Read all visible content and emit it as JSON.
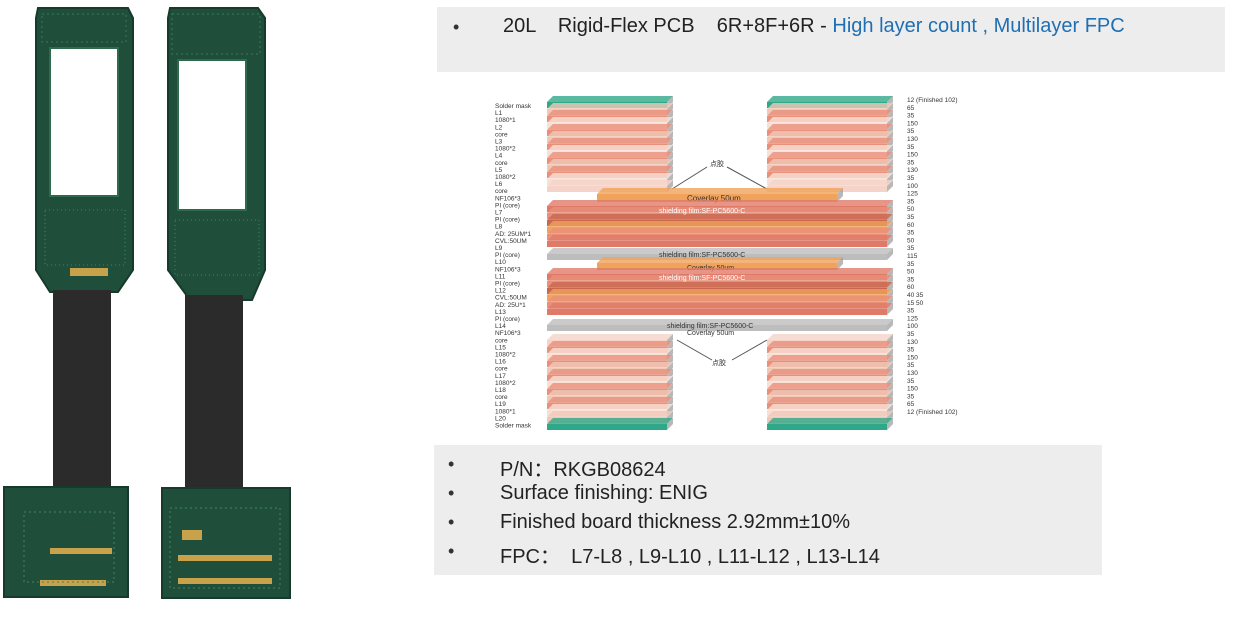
{
  "header": {
    "title_main": "20L    Rigid-Flex PCB    6R+8F+6R - ",
    "title_accent": "High layer count , Multilayer FPC"
  },
  "specs": [
    "P/N：RKGB08624",
    "Surface finishing: ENIG",
    "Finished board thickness 2.92mm±10%",
    "FPC：  L7-L8 , L9-L10 , L11-L12 , L13-L14"
  ],
  "stackup": {
    "left_labels": [
      "Solder mask",
      "L1",
      "1080*1",
      "L2",
      "core",
      "L3",
      "1080*2",
      "L4",
      "core",
      "L5",
      "1080*2",
      "L6",
      "core",
      "NF106*3",
      "PI (core)",
      "L7",
      "PI (core)",
      "L8",
      "AD: 25UM*1",
      "CVL:50UM",
      "L9",
      "PI (core)",
      "L10",
      "NF106*3",
      "L11",
      "PI (core)",
      "L12",
      "CVL:50UM",
      "AD: 25U*1",
      "L13",
      "PI (core)",
      "L14",
      "NF106*3",
      "core",
      "L15",
      "1080*2",
      "L16",
      "core",
      "L17",
      "1080*2",
      "L18",
      "core",
      "L19",
      "1080*1",
      "L20",
      "Solder mask"
    ],
    "right_labels": [
      "12 (Finished 102)",
      "65",
      "35",
      "150",
      "35",
      "130",
      "35",
      "150",
      "35",
      "130",
      "35",
      "100",
      "125",
      "35",
      "50",
      "35",
      "60",
      "35",
      "50",
      "35",
      "115",
      "35",
      "50",
      "35",
      "60",
      "40 35",
      "15 50",
      "35",
      "125",
      "100",
      "35",
      "130",
      "35",
      "150",
      "35",
      "130",
      "35",
      "150",
      "35",
      "65",
      "12 (Finished 102)"
    ],
    "annotations": {
      "glue_top": "点胶",
      "glue_bottom": "点胶",
      "coverlay": "Coverlay 50um",
      "shielding": "shielding film:SF-PC5600-C"
    }
  },
  "colors": {
    "pcb_green": "#1f4f3b",
    "flex_black": "#2a2b2a",
    "copper": "#e8907a",
    "coverlay": "#f0a35a",
    "solder_mask": "#2fa88a",
    "panel_bg": "#ededed",
    "accent": "#1f6fb3"
  }
}
